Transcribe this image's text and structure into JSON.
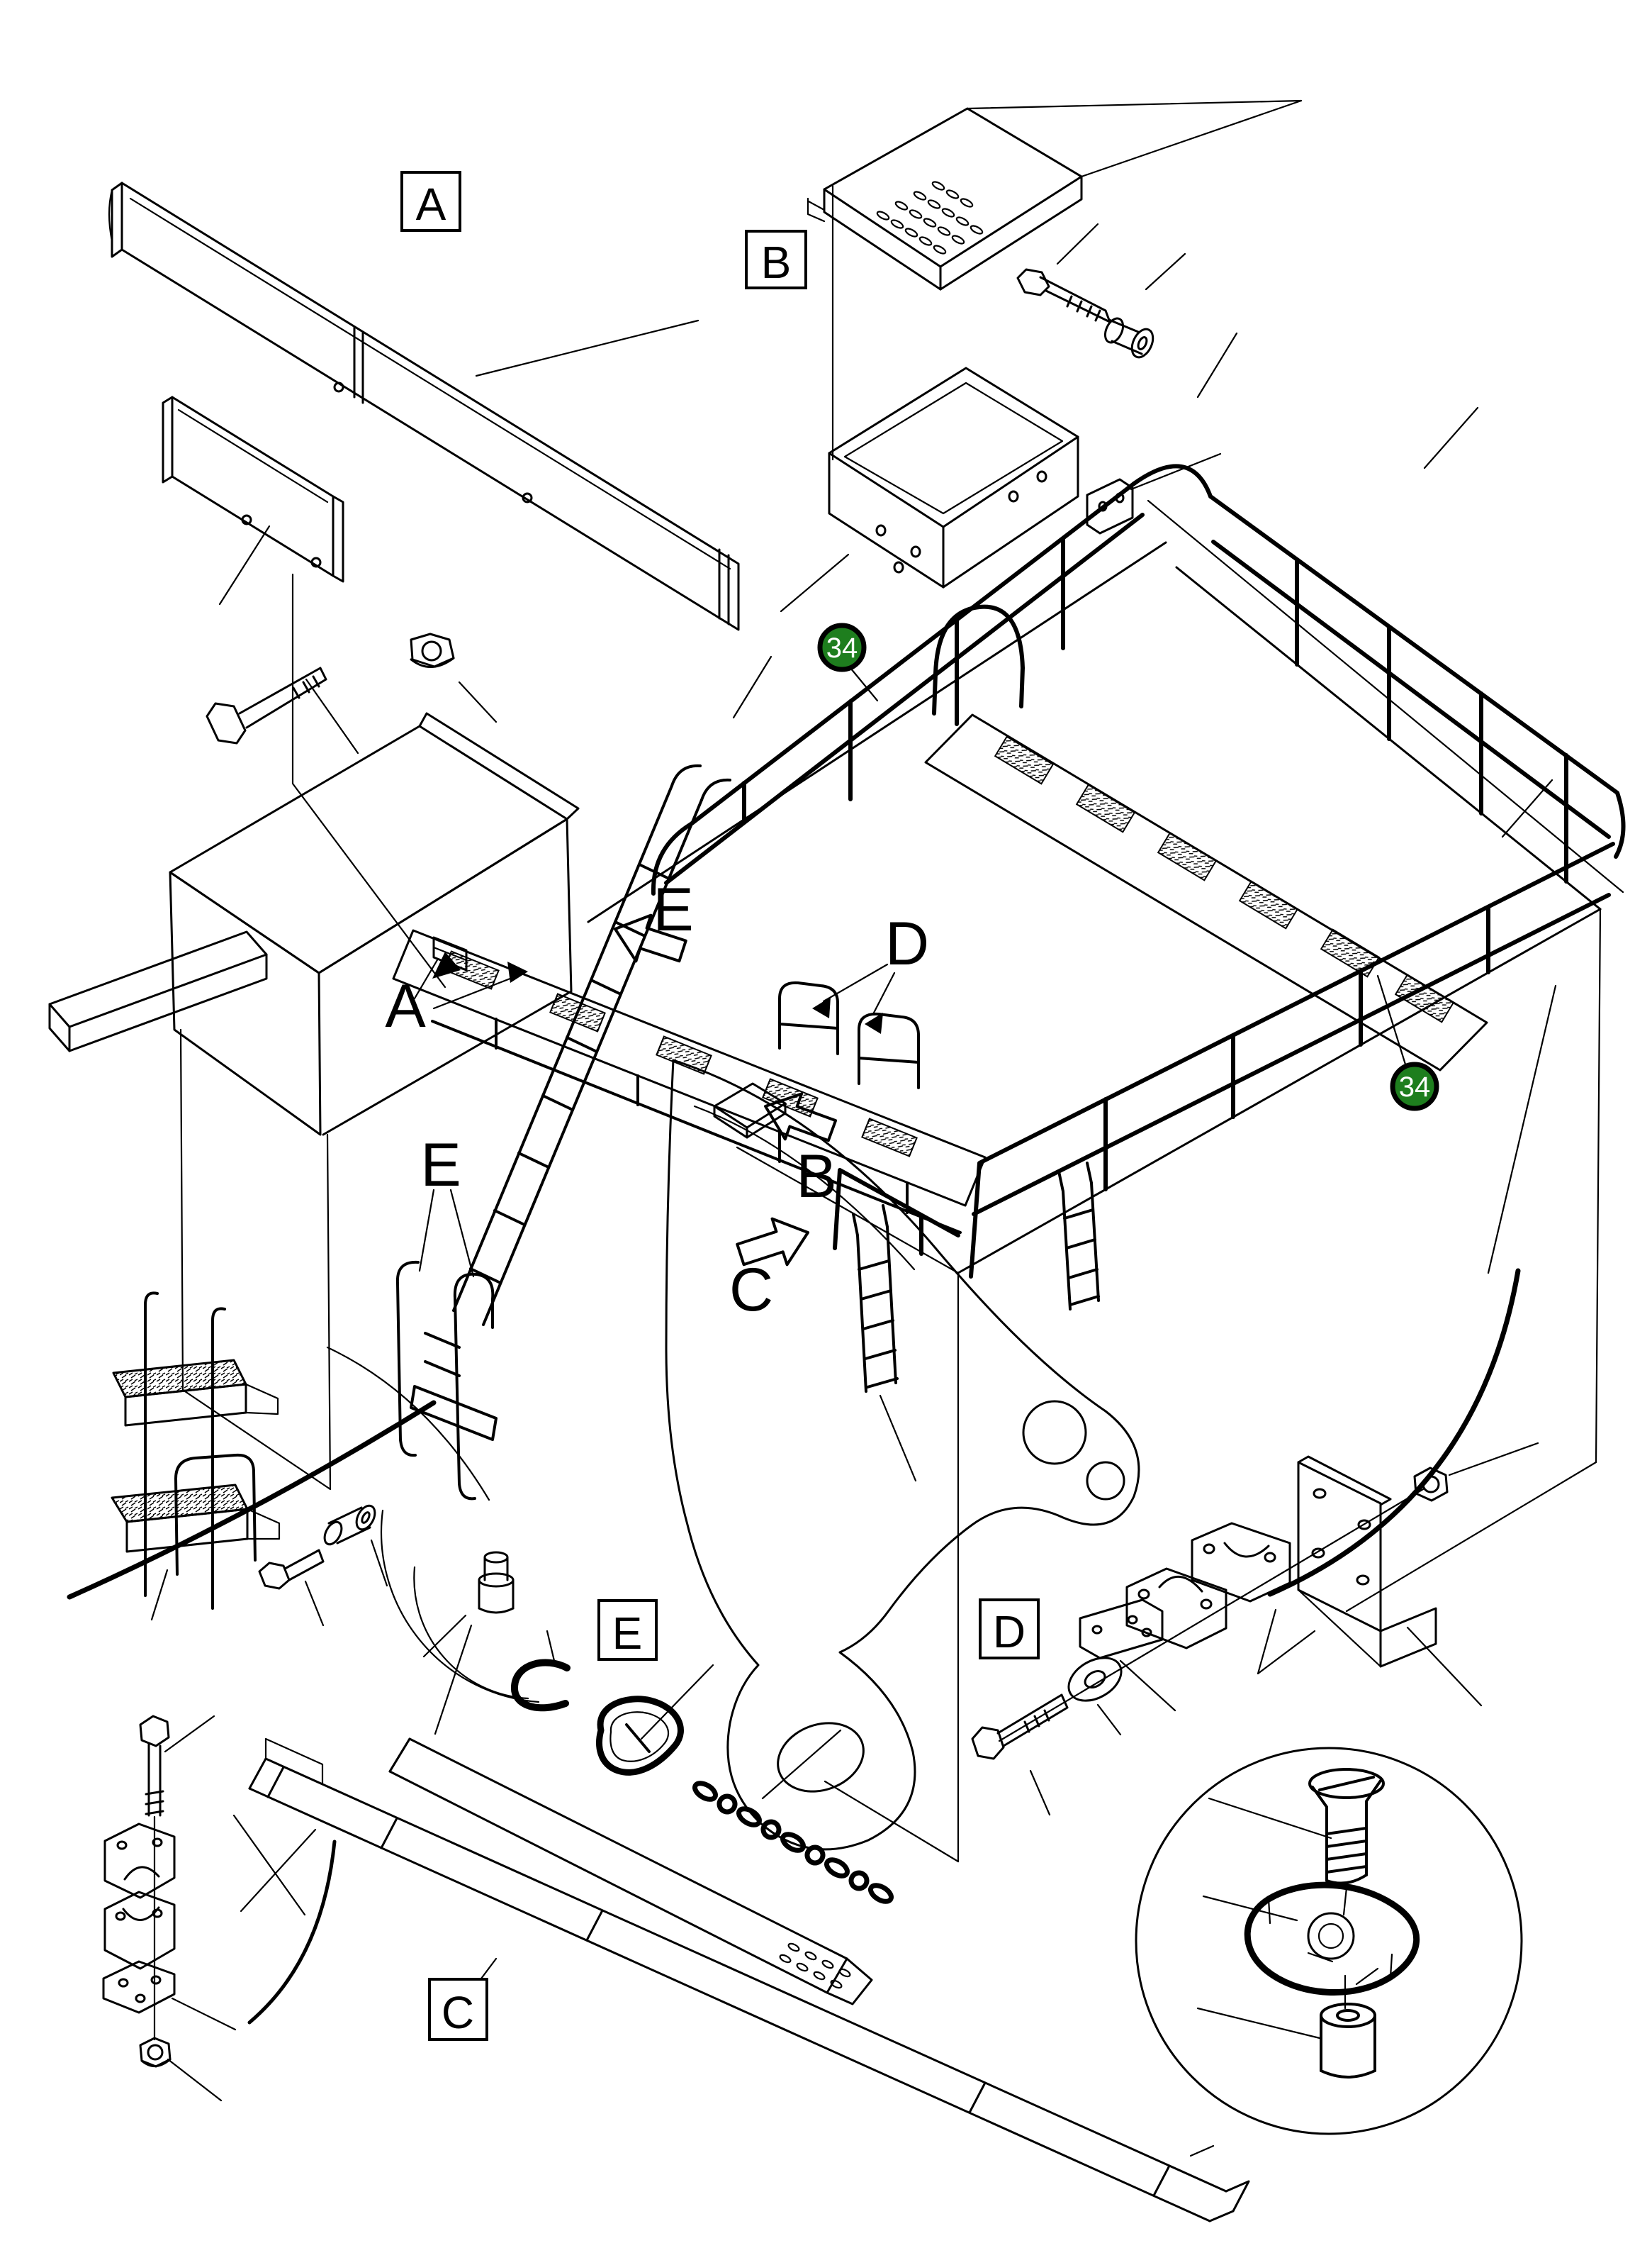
{
  "colors": {
    "line": "#000000",
    "background": "#ffffff",
    "badge_fill": "#1e7e1e",
    "badge_ring": "#000000",
    "badge_text": "#ffffff"
  },
  "section_boxes": {
    "a": "A",
    "b": "B",
    "c": "C",
    "d": "D",
    "e": "E"
  },
  "inline_refs": {
    "a": "A",
    "b": "B",
    "c": "C",
    "d": "D",
    "e_top": "E",
    "e_side": "E"
  },
  "badges": [
    {
      "label": "34"
    },
    {
      "label": "34"
    }
  ]
}
